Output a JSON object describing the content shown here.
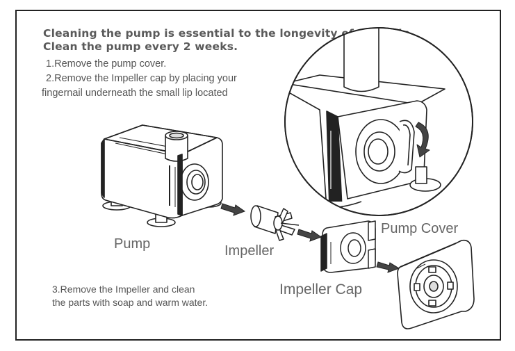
{
  "heading": {
    "line1": "Cleaning the pump is essential to the longevity of fountain",
    "line2": "Clean the pump every 2 weeks."
  },
  "steps": {
    "step1": "1.Remove the pump cover.",
    "step2_line1": "2.Remove the Impeller cap by placing your",
    "step2_line2": "fingernail underneath the small lip located",
    "step3_line1": "3.Remove the Impeller and clean",
    "step3_line2": "the parts with soap and warm water."
  },
  "labels": {
    "pump": "Pump",
    "impeller": "Impeller",
    "impeller_cap": "Impeller Cap",
    "pump_cover": "Pump Cover"
  },
  "icons": {
    "arrow": "right-arrow-icon",
    "rotate": "curved-arrow-icon"
  },
  "colors": {
    "line": "#222222",
    "text": "#5a5a5a",
    "arrow_fill": "#444444"
  }
}
